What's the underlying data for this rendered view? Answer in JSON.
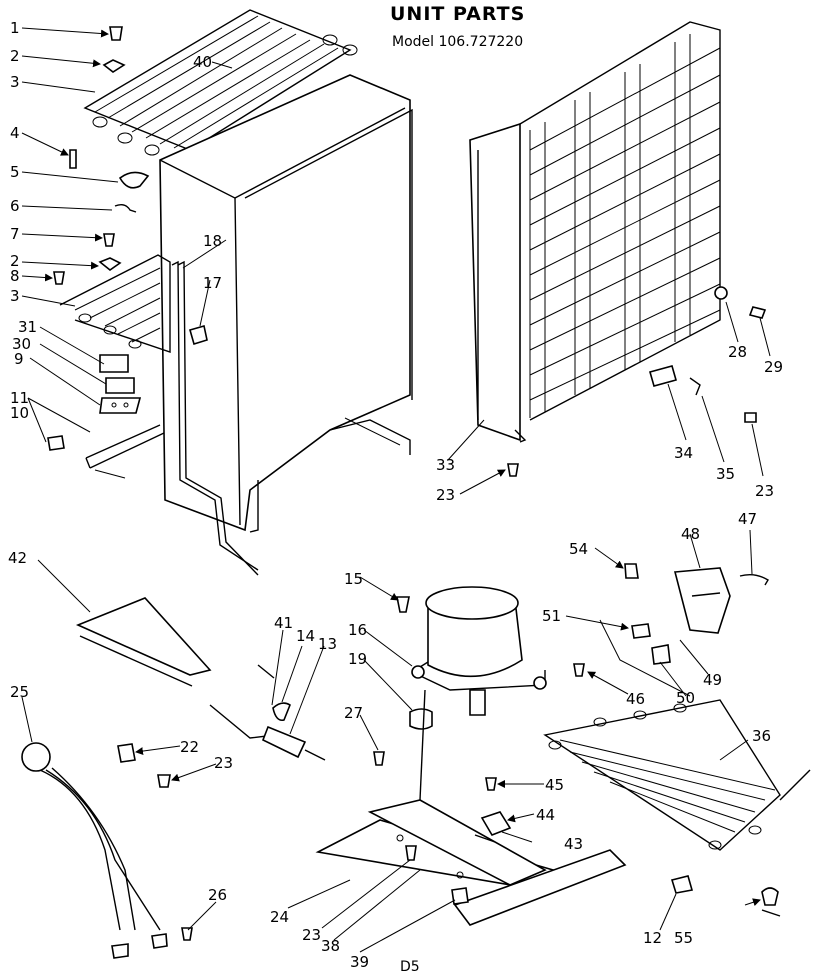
{
  "title": "UNIT PARTS",
  "model": "Model 106.727220",
  "footer_code": "D5",
  "callouts": [
    "1",
    "2",
    "3",
    "40",
    "4",
    "5",
    "6",
    "7",
    "2",
    "8",
    "3",
    "31",
    "30",
    "9",
    "11",
    "10",
    "18",
    "17",
    "33",
    "23",
    "28",
    "29",
    "34",
    "35",
    "23",
    "42",
    "15",
    "16",
    "19",
    "41",
    "14",
    "13",
    "54",
    "48",
    "47",
    "51",
    "49",
    "50",
    "46",
    "36",
    "25",
    "22",
    "23",
    "27",
    "45",
    "44",
    "43",
    "26",
    "24",
    "23",
    "38",
    "39",
    "12",
    "55"
  ]
}
